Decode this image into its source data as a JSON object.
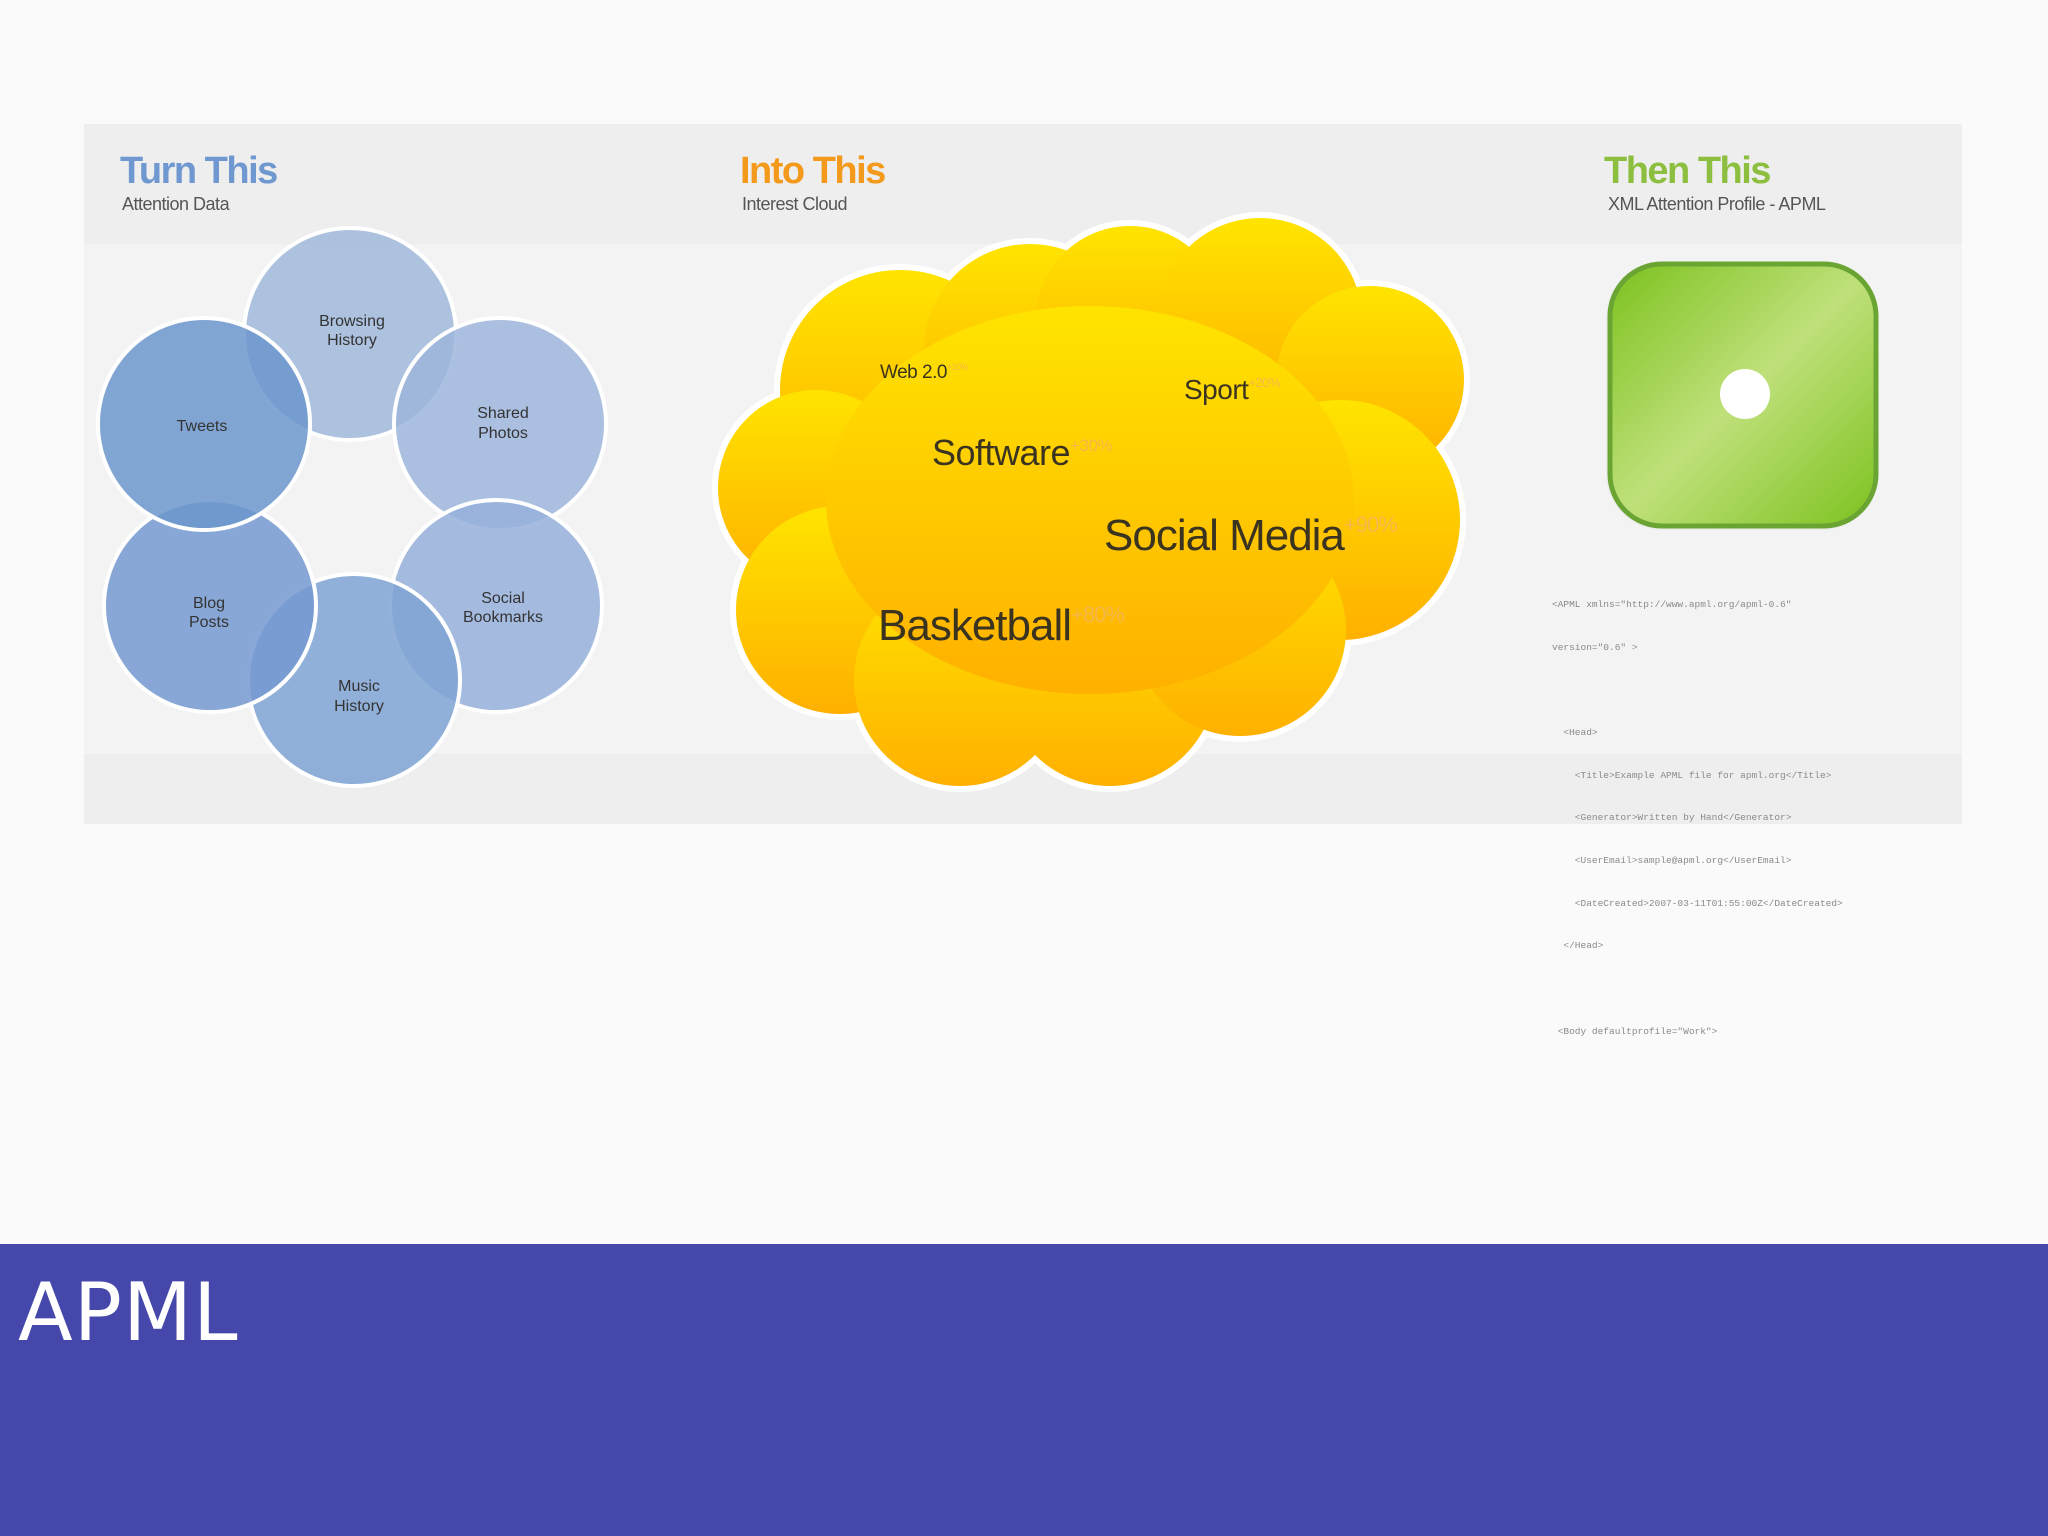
{
  "columns": {
    "turn": {
      "title": "Turn This",
      "subtitle": "Attention Data",
      "color": "#6f97d0"
    },
    "into": {
      "title": "Into This",
      "subtitle": "Interest Cloud",
      "color": "#f39a1c"
    },
    "then": {
      "title": "Then This",
      "subtitle": "XML Attention Profile - APML",
      "color": "#8cbf3f"
    }
  },
  "circles": [
    {
      "l1": "Browsing",
      "l2": "History"
    },
    {
      "l1": "Shared",
      "l2": "Photos"
    },
    {
      "l1": "Social",
      "l2": "Bookmarks"
    },
    {
      "l1": "Music",
      "l2": "History"
    },
    {
      "l1": "Blog",
      "l2": "Posts"
    },
    {
      "l1": "Tweets",
      "l2": ""
    }
  ],
  "cloud": {
    "colors": {
      "top": "#ffe400",
      "bottom": "#ffb000"
    },
    "terms": [
      {
        "word": "Web 2.0",
        "pct": "+10%"
      },
      {
        "word": "Sport",
        "pct": "+20%"
      },
      {
        "word": "Software",
        "pct": "+30%"
      },
      {
        "word": "Social Media",
        "pct": "+90%"
      },
      {
        "word": "Basketball",
        "pct": "+80%"
      }
    ]
  },
  "icon": {
    "name": "apml-icon",
    "color": "#8cc63f"
  },
  "xml_lines": [
    "<APML xmlns=\"http://www.apml.org/apml-0.6\"",
    "version=\"0.6\" >",
    "",
    "  <Head>",
    "    <Title>Example APML file for apml.org</Title>",
    "    <Generator>Written by Hand</Generator>",
    "    <UserEmail>sample@apml.org</UserEmail>",
    "    <DateCreated>2007-03-11T01:55:00Z</DateCreated>",
    "  </Head>",
    "",
    " <Body defaultprofile=\"Work\">"
  ],
  "footer": {
    "title": "APML",
    "color": "#4547aa"
  }
}
